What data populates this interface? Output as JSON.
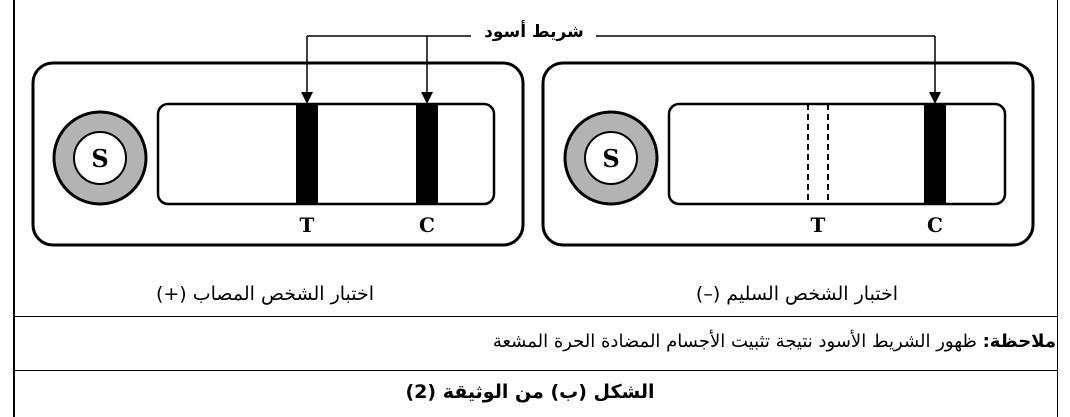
{
  "diagram": {
    "black_band_label": "شريط أسود",
    "sample_label": "S",
    "line_t_label": "T",
    "line_c_label": "C",
    "infected_caption": "اختبار الشخص المصاب (+)",
    "healthy_caption": "اختبار الشخص السليم (–)",
    "note_prefix": "ملاحظة:",
    "note_text": "ظهور الشريط الأسود نتيجة تثبيت الأجسام المضادة الحرة المشعة",
    "figure_caption": "الشكل (ب) من الوثيقة (2)",
    "colors": {
      "ring": "#b3b3b3",
      "band": "#000000",
      "stroke": "#000000"
    }
  }
}
